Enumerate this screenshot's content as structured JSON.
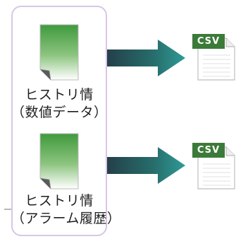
{
  "sources": [
    {
      "line1": "ヒストリ情",
      "line2": "（数値データ）"
    },
    {
      "line1": "ヒストリ情",
      "line2": "（アラーム履歴）"
    }
  ],
  "outputs": [
    {
      "format_label": "CSV"
    },
    {
      "format_label": "CSV"
    }
  ],
  "colors": {
    "panel_border": "#d8c6e6",
    "arrow_dark": "#24404a",
    "arrow_light": "#2f9a96",
    "doc_green_top": "#3f9a3c",
    "doc_green_bottom": "#ffffff",
    "csv_tag": "#3b7a39"
  },
  "icons": [
    "green-document-icon",
    "csv-file-icon",
    "right-arrow-icon"
  ]
}
